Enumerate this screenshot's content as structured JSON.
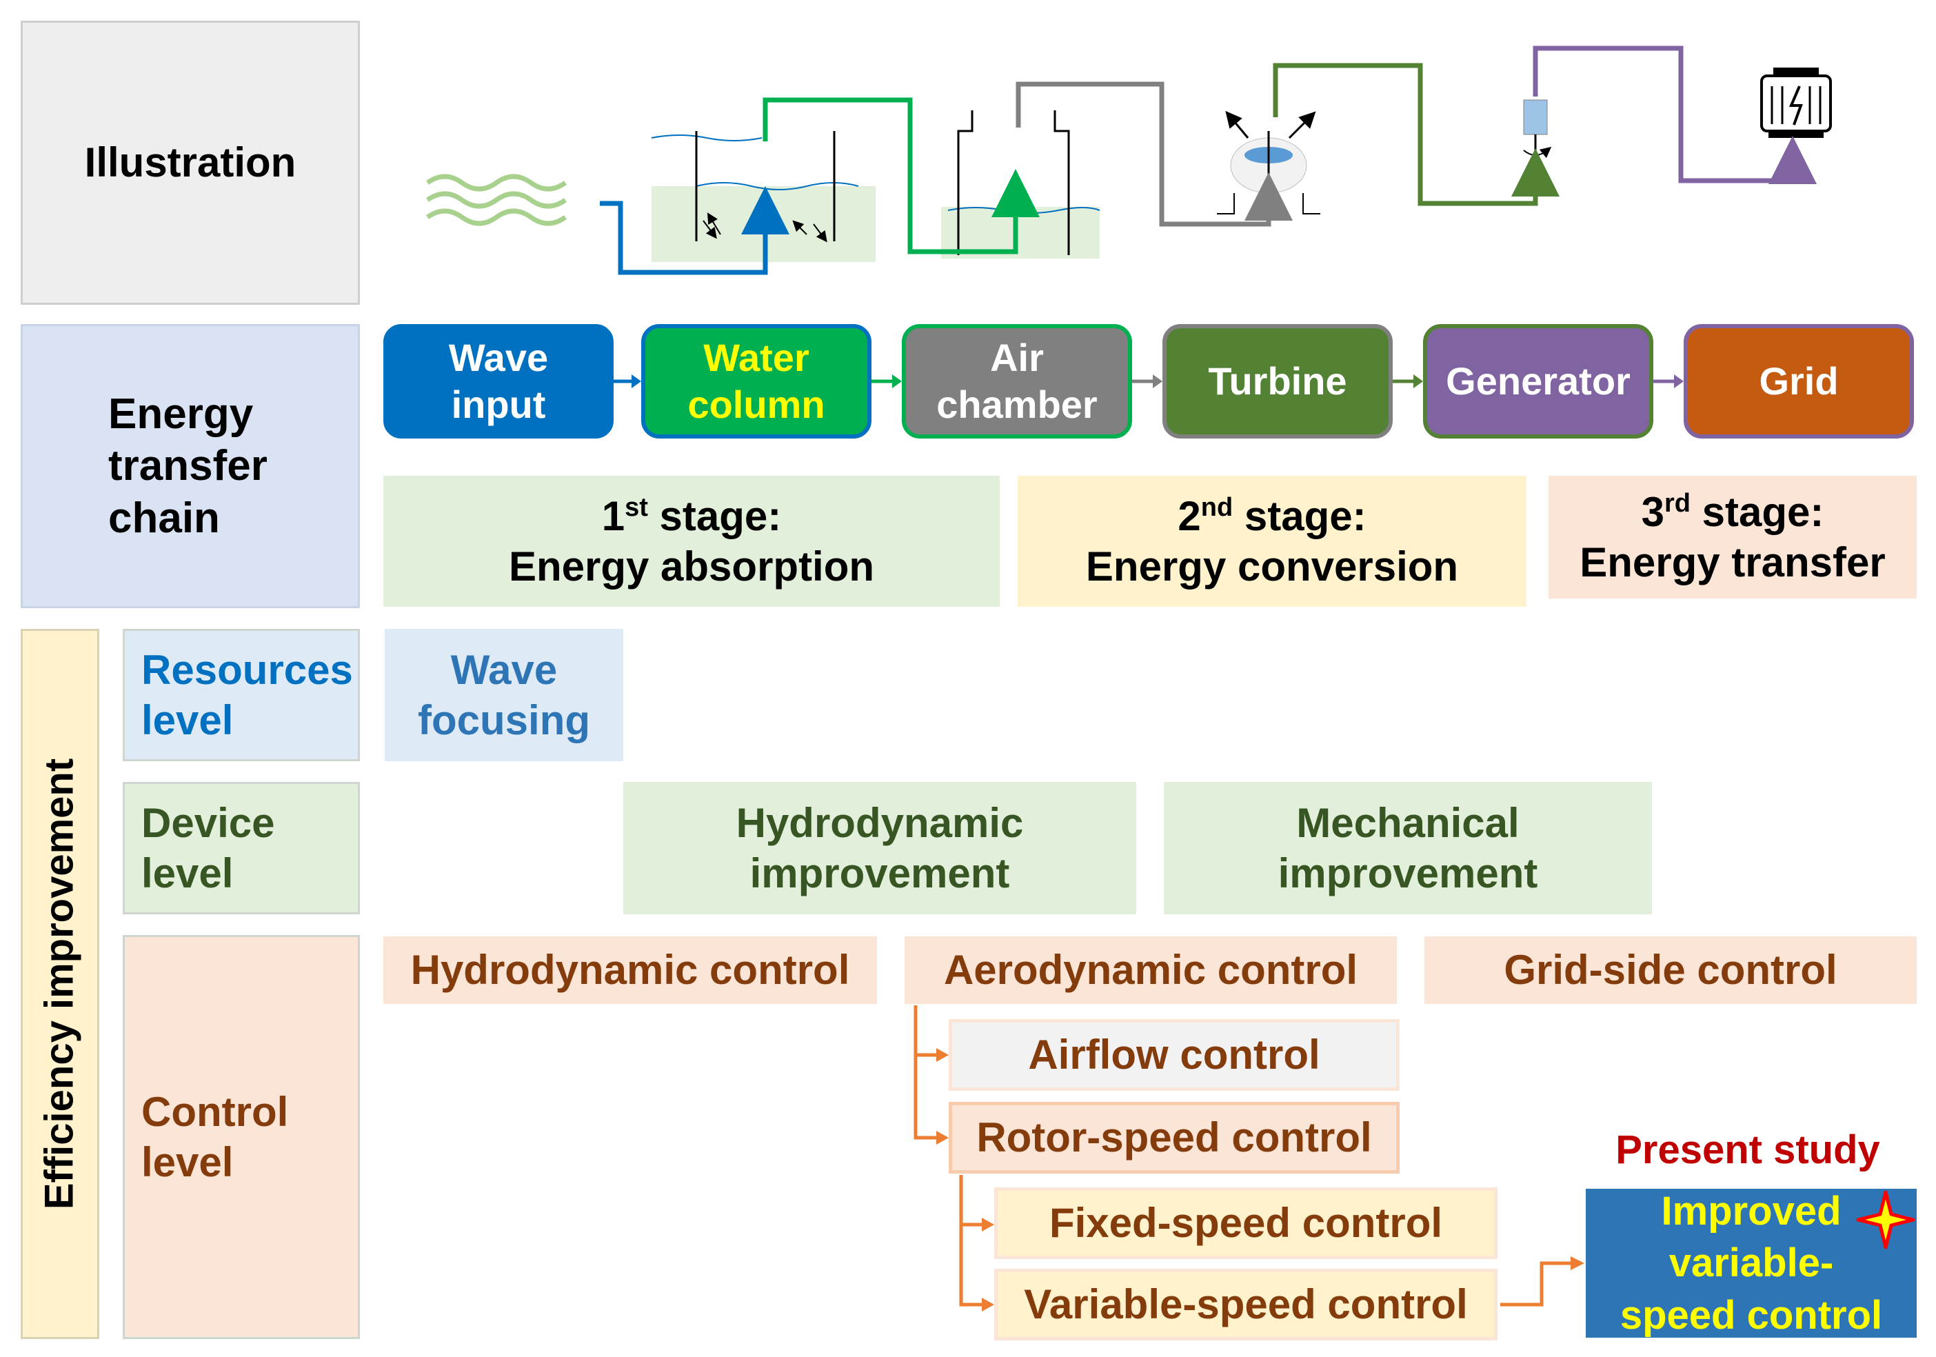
{
  "rows": {
    "illustration": "Illustration",
    "chain": [
      "Energy",
      "transfer",
      "chain"
    ],
    "efficiency": "Efficiency improvement"
  },
  "chain_nodes": [
    {
      "line1": "Wave",
      "line2": "input",
      "fill": "#0070c0",
      "text_color": "#ffffff",
      "border": "#0070c0"
    },
    {
      "line1": "Water",
      "line2": "column",
      "fill": "#00b050",
      "text_color": "#ffff00",
      "border": "#0070c0"
    },
    {
      "line1": "Air",
      "line2": "chamber",
      "fill": "#808080",
      "text_color": "#ffffff",
      "border": "#00b050"
    },
    {
      "line1": "Turbine",
      "line2": "",
      "fill": "#548235",
      "text_color": "#ffffff",
      "border": "#808080"
    },
    {
      "line1": "Generator",
      "line2": "",
      "fill": "#8064a2",
      "text_color": "#ffffff",
      "border": "#548235"
    },
    {
      "line1": "Grid",
      "line2": "",
      "fill": "#c55a11",
      "text_color": "#ffffff",
      "border": "#8064a2"
    }
  ],
  "stages": [
    {
      "num": "1",
      "sup": "st",
      "word": "stage:",
      "desc": "Energy absorption",
      "fill": "#e2efda"
    },
    {
      "num": "2",
      "sup": "nd",
      "word": "stage:",
      "desc": "Energy conversion",
      "fill": "#fff2cc"
    },
    {
      "num": "3",
      "sup": "rd",
      "word": "stage:",
      "desc": "Energy transfer",
      "fill": "#fbe5d6"
    }
  ],
  "levels": {
    "resources": {
      "line1": "Resources",
      "line2": "level",
      "color": "#0070c0",
      "fill": "#deebf7"
    },
    "device": {
      "line1": "Device",
      "line2": "level",
      "color": "#375623",
      "fill": "#e2efda"
    },
    "control": {
      "line1": "Control",
      "line2": "level",
      "color": "#843c0c",
      "fill": "#fbe5d6"
    }
  },
  "resources_items": [
    {
      "line1": "Wave",
      "line2": "focusing"
    }
  ],
  "device_items": [
    {
      "line1": "Hydrodynamic",
      "line2": "improvement"
    },
    {
      "line1": "Mechanical",
      "line2": "improvement"
    }
  ],
  "control_items": {
    "hydrodynamic": "Hydrodynamic control",
    "aerodynamic": "Aerodynamic control",
    "grid_side": "Grid-side control",
    "airflow": "Airflow control",
    "rotor_speed": "Rotor-speed control",
    "fixed_speed": "Fixed-speed control",
    "variable_speed": "Variable-speed control"
  },
  "present_study": {
    "label": "Present study",
    "label_color": "#c00000",
    "line1": "Improved",
    "line2": "variable-",
    "line3": "speed control",
    "fill": "#2e75b6",
    "text_color": "#ffff00"
  },
  "colors": {
    "blue": "#0070c0",
    "green": "#00b050",
    "gray": "#808080",
    "dark_green": "#548235",
    "purple": "#8064a2",
    "orange": "#c55a11",
    "arrow_orange": "#ed7d31"
  },
  "icons": [
    "waves-icon",
    "water-column-icon",
    "air-chamber-icon",
    "turbine-icon",
    "generator-icon",
    "transformer-icon",
    "star-icon"
  ]
}
